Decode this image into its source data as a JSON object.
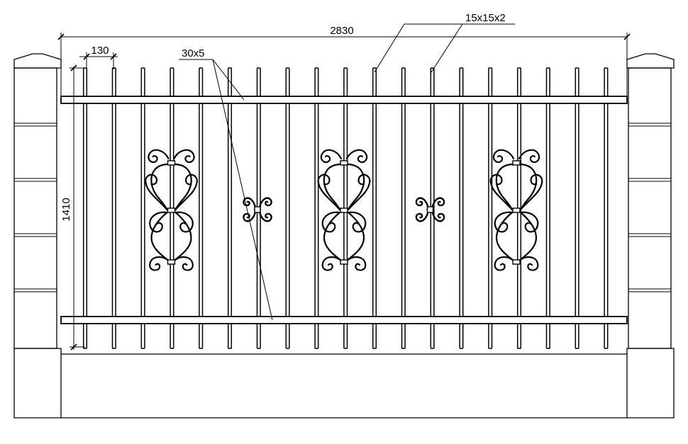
{
  "dimensions": {
    "overall_width": "2830",
    "height": "1410",
    "picket_spacing": "130",
    "rail_section": "30x5",
    "picket_section": "15x15x2"
  },
  "colors": {
    "line": "#000000",
    "background": "#ffffff"
  }
}
